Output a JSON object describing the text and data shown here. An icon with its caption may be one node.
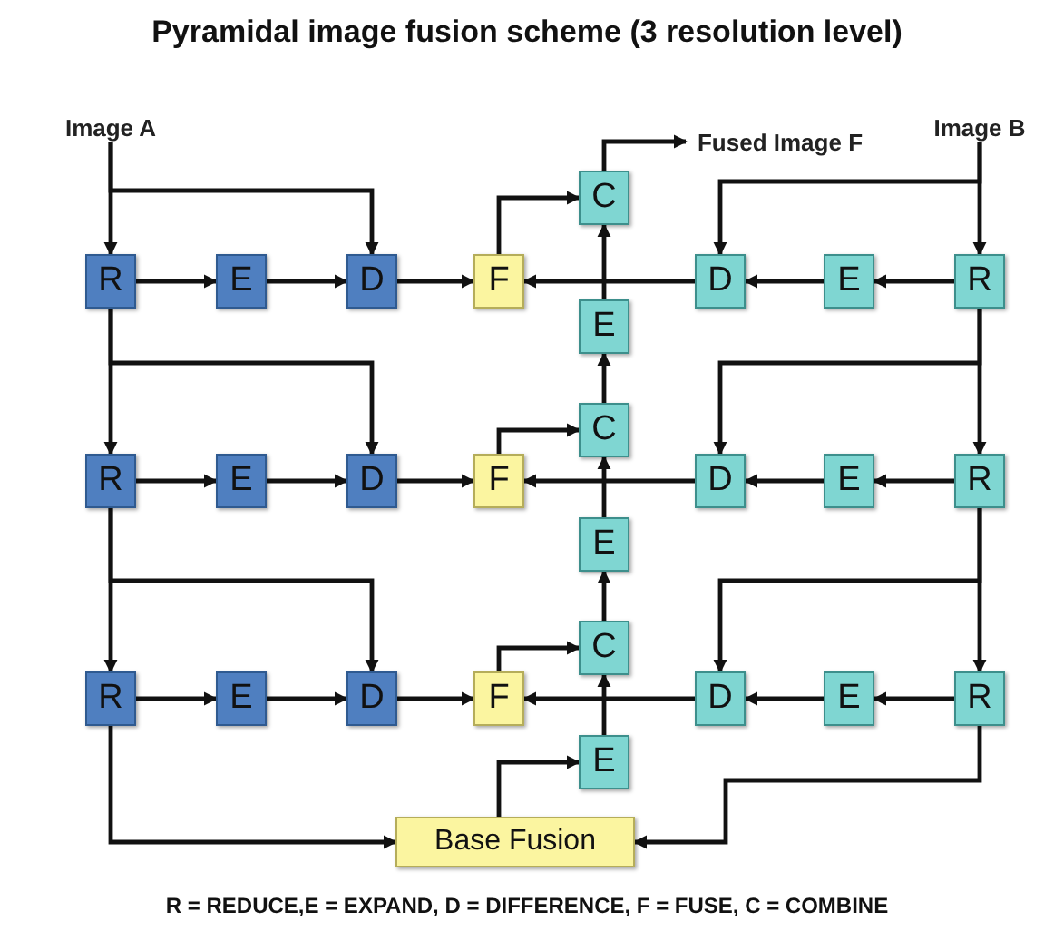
{
  "diagram": {
    "title": "Pyramidal image fusion scheme (3 resolution level)",
    "nodes": [
      {
        "text": [
          "Image A"
        ]
      },
      {
        "text": [
          "Image B"
        ]
      },
      {
        "text": [
          "Fused Image F"
        ]
      },
      {
        "text": [
          "C"
        ]
      },
      {
        "text": [
          "R"
        ]
      },
      {
        "text": [
          "E"
        ]
      },
      {
        "text": [
          "D"
        ]
      },
      {
        "text": [
          "F"
        ]
      },
      {
        "text": [
          "D"
        ]
      },
      {
        "text": [
          "E"
        ]
      },
      {
        "text": [
          "R"
        ]
      },
      {
        "text": [
          "E"
        ]
      },
      {
        "text": [
          "C"
        ]
      },
      {
        "text": [
          "R"
        ]
      },
      {
        "text": [
          "E"
        ]
      },
      {
        "text": [
          "D"
        ]
      },
      {
        "text": [
          "F"
        ]
      },
      {
        "text": [
          "D"
        ]
      },
      {
        "text": [
          "E"
        ]
      },
      {
        "text": [
          "R"
        ]
      },
      {
        "text": [
          "E"
        ]
      },
      {
        "text": [
          "C"
        ]
      },
      {
        "text": [
          "R"
        ]
      },
      {
        "text": [
          "E"
        ]
      },
      {
        "text": [
          "D"
        ]
      },
      {
        "text": [
          "F"
        ]
      },
      {
        "text": [
          "D"
        ]
      },
      {
        "text": [
          "E"
        ]
      },
      {
        "text": [
          "R"
        ]
      },
      {
        "text": [
          "E"
        ]
      },
      {
        "text": [
          "Base Fusion"
        ]
      }
    ],
    "edges": [
      {
        "from": 0,
        "to": 4,
        "arrow": "to"
      },
      {
        "from": 0,
        "to": 6,
        "arrow": "to"
      },
      {
        "from": 4,
        "to": 5,
        "arrow": "to"
      },
      {
        "from": 5,
        "to": 6,
        "arrow": "to"
      },
      {
        "from": 6,
        "to": 7,
        "arrow": "to"
      },
      {
        "from": 1,
        "to": 10,
        "arrow": "to"
      },
      {
        "from": 1,
        "to": 8,
        "arrow": "to"
      },
      {
        "from": 10,
        "to": 9,
        "arrow": "to"
      },
      {
        "from": 9,
        "to": 8,
        "arrow": "to"
      },
      {
        "from": 8,
        "to": 7,
        "arrow": "to"
      },
      {
        "from": 7,
        "to": 3,
        "arrow": "to"
      },
      {
        "from": 3,
        "to": 2,
        "arrow": "to"
      },
      {
        "from": 11,
        "to": 3,
        "arrow": "to"
      },
      {
        "from": 12,
        "to": 11,
        "arrow": "to"
      },
      {
        "from": 4,
        "to": 13,
        "arrow": "to"
      },
      {
        "from": 4,
        "to": 15,
        "arrow": "to"
      },
      {
        "from": 10,
        "to": 19,
        "arrow": "to"
      },
      {
        "from": 10,
        "to": 17,
        "arrow": "to"
      },
      {
        "from": 13,
        "to": 14,
        "arrow": "to"
      },
      {
        "from": 14,
        "to": 15,
        "arrow": "to"
      },
      {
        "from": 15,
        "to": 16,
        "arrow": "to"
      },
      {
        "from": 19,
        "to": 18,
        "arrow": "to"
      },
      {
        "from": 18,
        "to": 17,
        "arrow": "to"
      },
      {
        "from": 17,
        "to": 16,
        "arrow": "to"
      },
      {
        "from": 16,
        "to": 12,
        "arrow": "to"
      },
      {
        "from": 20,
        "to": 12,
        "arrow": "to"
      },
      {
        "from": 21,
        "to": 20,
        "arrow": "to"
      },
      {
        "from": 13,
        "to": 22,
        "arrow": "to"
      },
      {
        "from": 13,
        "to": 24,
        "arrow": "to"
      },
      {
        "from": 19,
        "to": 28,
        "arrow": "to"
      },
      {
        "from": 19,
        "to": 26,
        "arrow": "to"
      },
      {
        "from": 22,
        "to": 23,
        "arrow": "to"
      },
      {
        "from": 23,
        "to": 24,
        "arrow": "to"
      },
      {
        "from": 24,
        "to": 25,
        "arrow": "to"
      },
      {
        "from": 28,
        "to": 27,
        "arrow": "to"
      },
      {
        "from": 27,
        "to": 26,
        "arrow": "to"
      },
      {
        "from": 26,
        "to": 25,
        "arrow": "to"
      },
      {
        "from": 25,
        "to": 21,
        "arrow": "to"
      },
      {
        "from": 29,
        "to": 21,
        "arrow": "to"
      },
      {
        "from": 30,
        "to": 29,
        "arrow": "to"
      },
      {
        "from": 22,
        "to": 30,
        "arrow": "to"
      },
      {
        "from": 28,
        "to": 30,
        "arrow": "to"
      }
    ],
    "labels": [
      "R = REDUCE,E = EXPAND, D = DIFFERENCE, F = FUSE, C = COMBINE"
    ]
  }
}
